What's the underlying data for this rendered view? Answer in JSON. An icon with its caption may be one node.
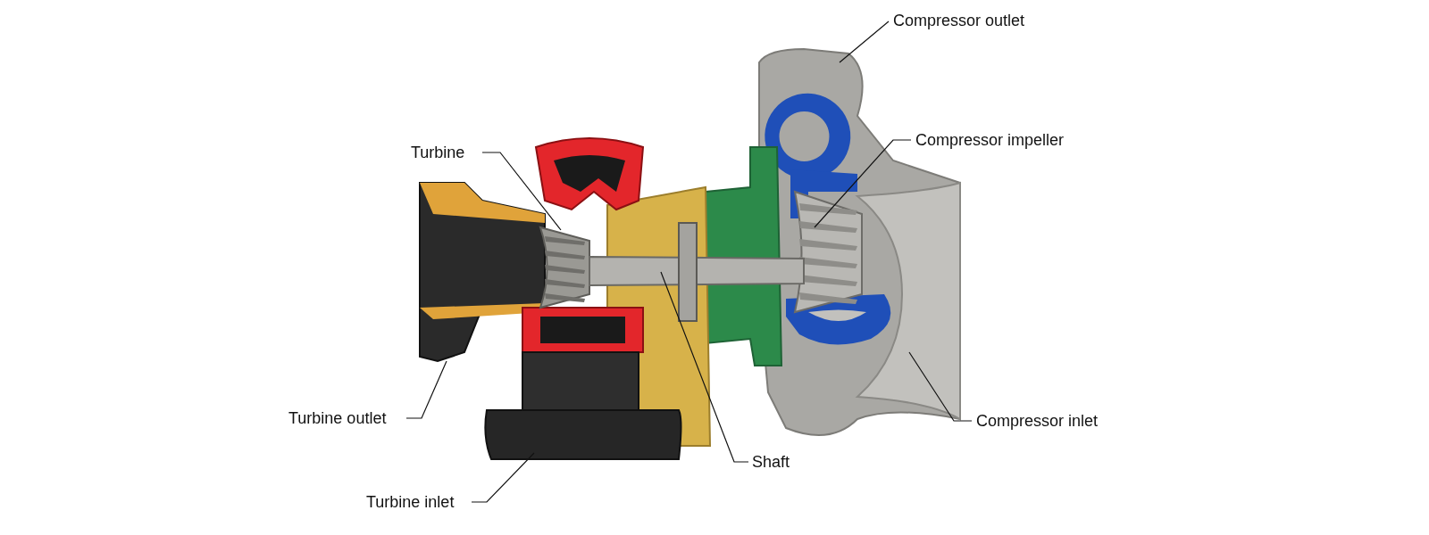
{
  "diagram": {
    "nodes": [
      {
        "text": [
          "Compressor outlet"
        ]
      },
      {
        "text": [
          "Turbine"
        ]
      },
      {
        "text": [
          "Compressor impeller"
        ]
      },
      {
        "text": [
          "Turbine outlet"
        ]
      },
      {
        "text": [
          "Compressor inlet"
        ]
      },
      {
        "text": [
          "Shaft"
        ]
      },
      {
        "text": [
          "Turbine inlet"
        ]
      }
    ],
    "edges": [
      {
        "from": 0,
        "to": null,
        "arrow": "none"
      },
      {
        "from": 1,
        "to": null,
        "arrow": "none"
      },
      {
        "from": 2,
        "to": null,
        "arrow": "none"
      },
      {
        "from": 3,
        "to": null,
        "arrow": "none"
      },
      {
        "from": 4,
        "to": null,
        "arrow": "none"
      },
      {
        "from": 5,
        "to": null,
        "arrow": "none"
      },
      {
        "from": 6,
        "to": null,
        "arrow": "none"
      }
    ]
  }
}
